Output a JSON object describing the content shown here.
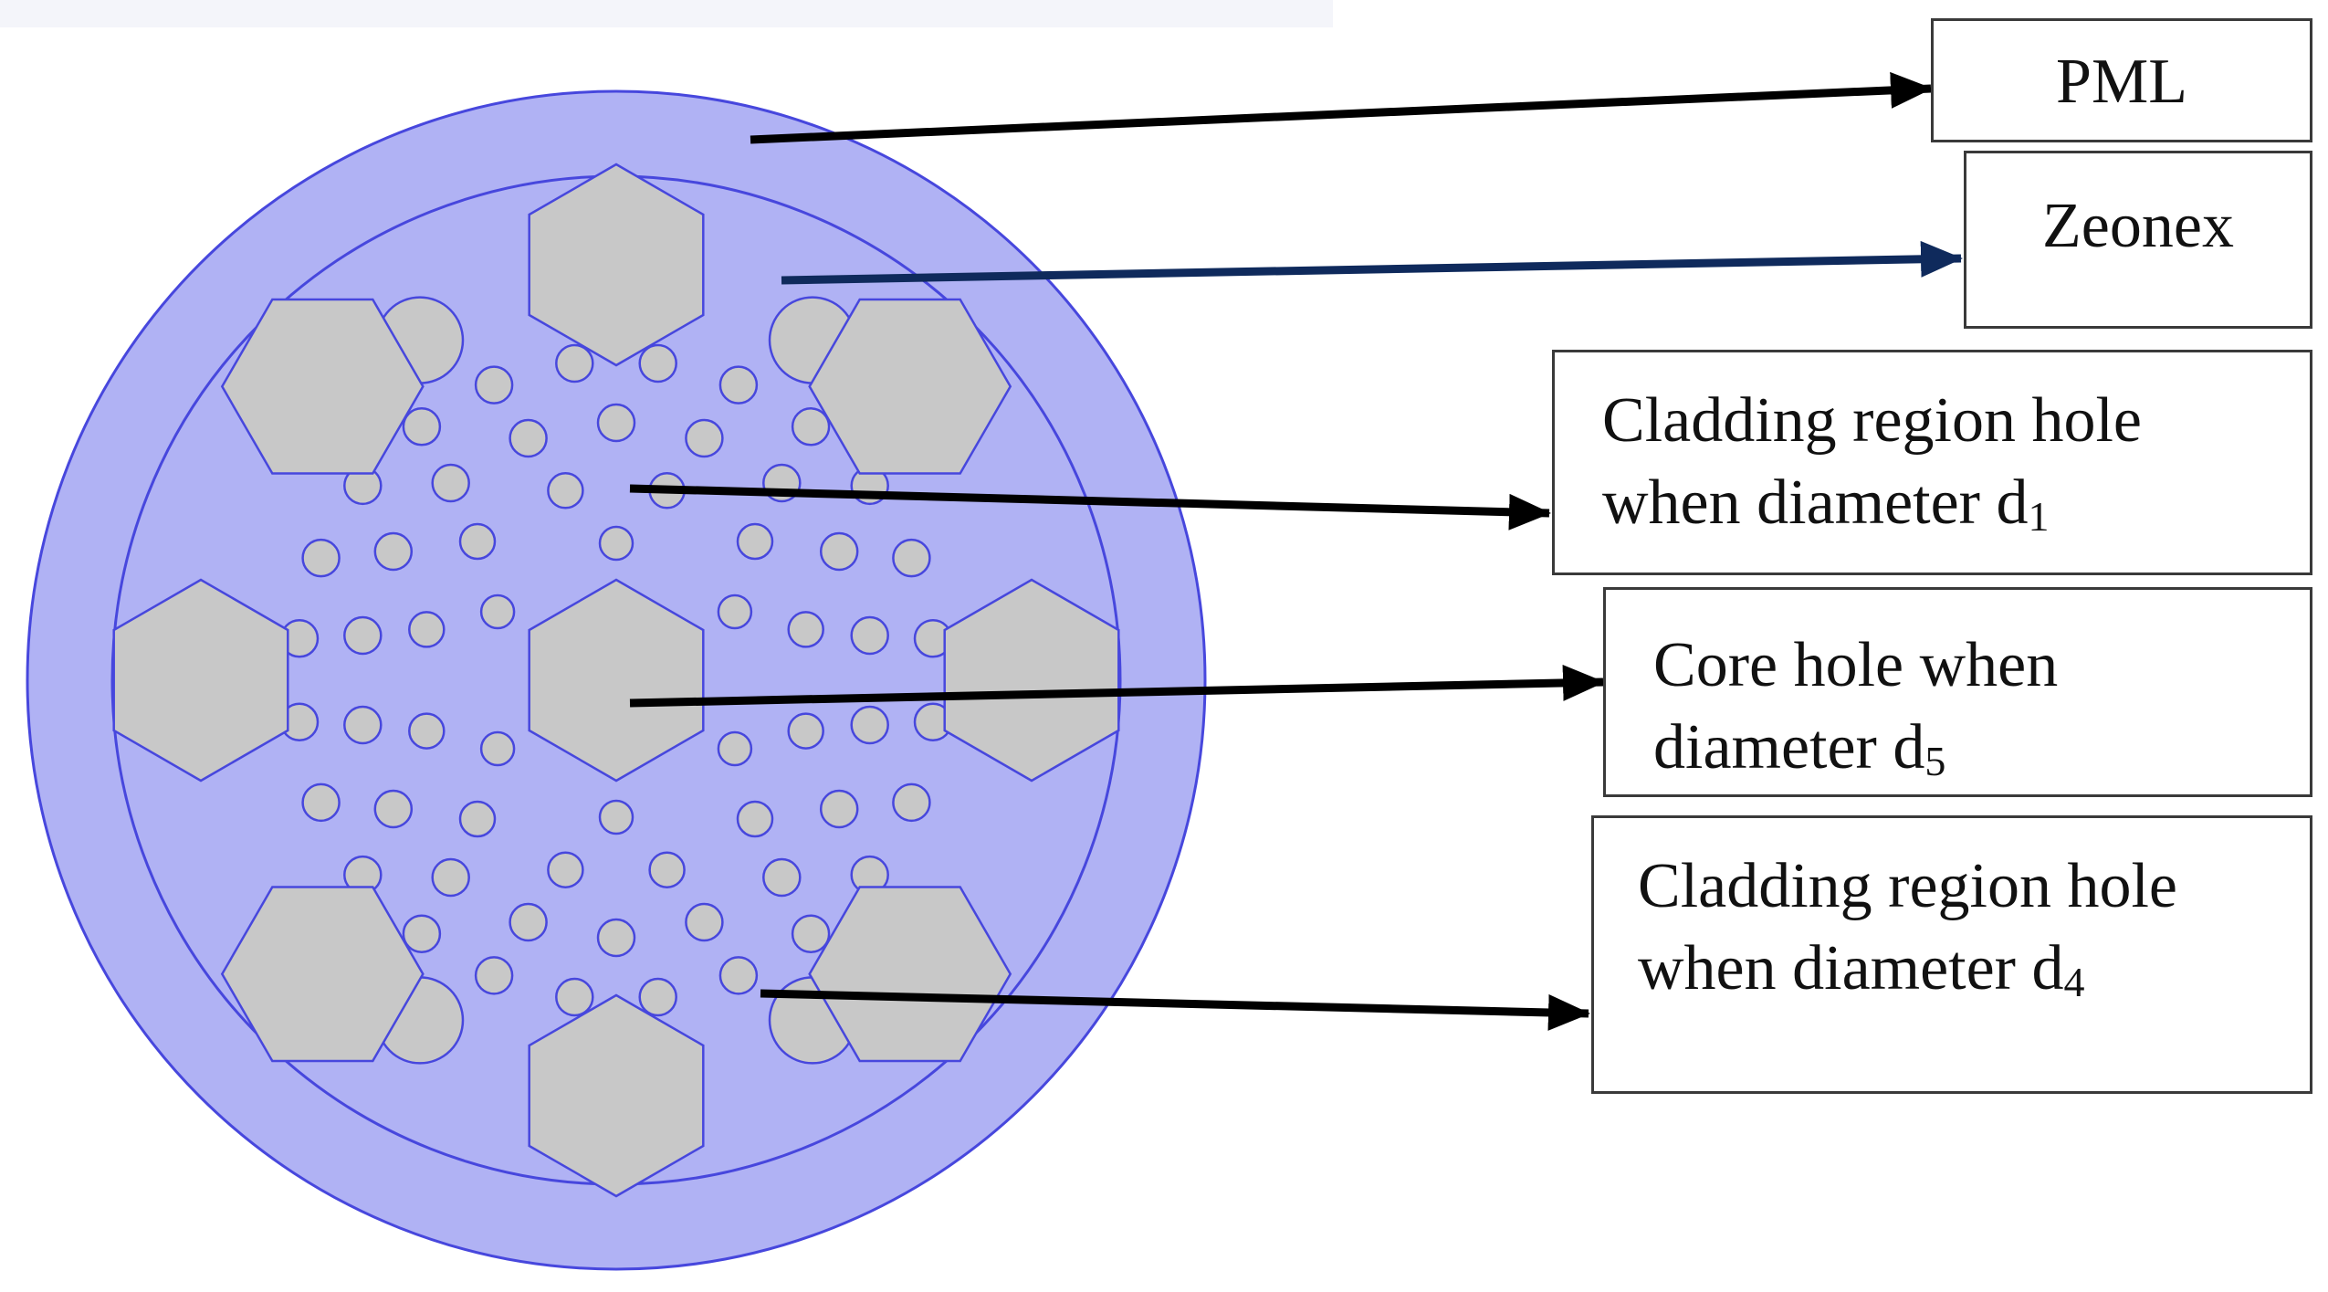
{
  "colors": {
    "pml_fill": "#b0b2f4",
    "zeonex_fill": "#b0b2f4",
    "outline": "#4747dd",
    "hole_fill": "#c8c8c8",
    "arrow_black": "#000000",
    "arrow_navy": "#0f2a5c"
  },
  "labels": {
    "pml": "PML",
    "zeonex": "Zeonex",
    "cladding_d1": {
      "line1": "Cladding region hole",
      "line2": "when diameter d",
      "sub": "1"
    },
    "core_d5": {
      "line1": "Core hole when",
      "line2": "diameter d",
      "sub": "5"
    },
    "cladding_d4": {
      "line1": "Cladding region hole",
      "line2": "when diameter d",
      "sub": "4"
    }
  },
  "structure": {
    "inner_ring_holes": 6,
    "second_ring_holes": 12,
    "third_ring_holes": 18,
    "fourth_ring_holes": 24,
    "outer_circle_holes": 6,
    "outer_hexagons": 8
  }
}
